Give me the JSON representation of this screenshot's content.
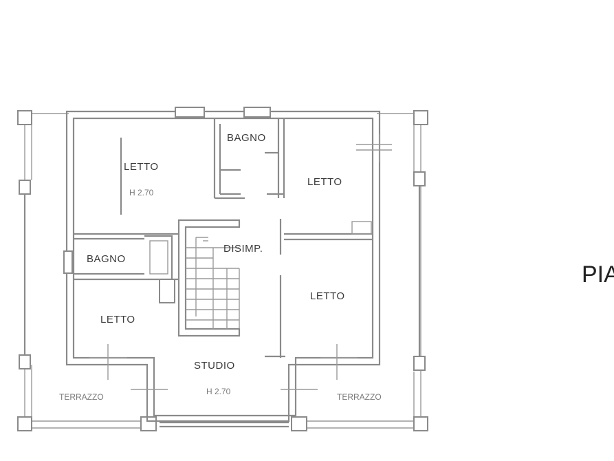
{
  "rooms": {
    "letto_nw": "LETTO",
    "h_nw": "H 2.70",
    "bagno_n": "BAGNO",
    "letto_ne": "LETTO",
    "bagno_w": "BAGNO",
    "disimp": "DISIMP.",
    "letto_e": "LETTO",
    "letto_sw": "LETTO",
    "studio": "STUDIO",
    "h_studio": "H 2.70",
    "terrazo_sw": "TERRAZZO",
    "terrazo_se": "TERRAZZO"
  },
  "floor_title": "PIA"
}
